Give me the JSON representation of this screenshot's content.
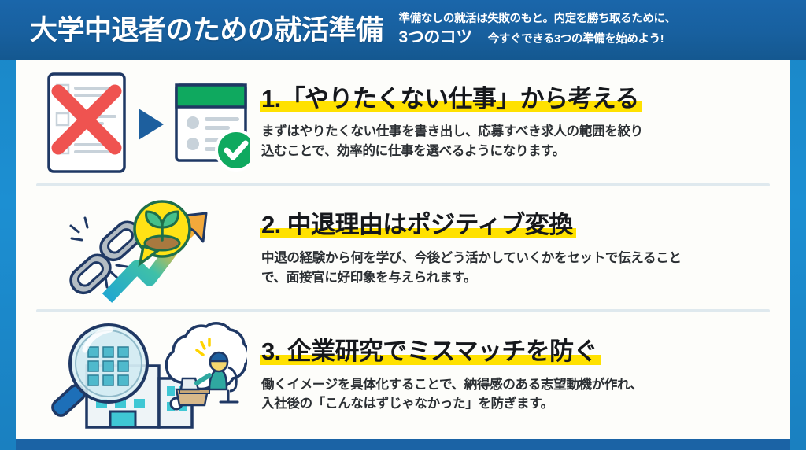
{
  "header": {
    "main_title": "大学中退者のための就活準備",
    "subtitle_line1": "準備なしの就活は失敗のもと。内定を勝ち取るために、",
    "subtitle_strong": "3つのコツ",
    "subtitle_tail": "今すぐできる3つの準備を始めよう!"
  },
  "colors": {
    "header_blue": "#1b63a5",
    "rail_blue": "#1a88c8",
    "panel_bg": "#fdfdfa",
    "highlight_yellow": "#ffe100",
    "divider": "#dfe9ee",
    "heading_text": "#16181c",
    "body_text": "#2b2f33",
    "accent_green": "#0fa95f",
    "accent_red": "#ef5350",
    "accent_teal": "#29b6c6",
    "accent_navy": "#1f3864"
  },
  "sections": [
    {
      "number": "1.",
      "heading": "1.「やりたくない仕事」から考える",
      "body_line1": "まずはやりたくない仕事を書き出し、応募すべき求人の範囲を絞り",
      "body_line2": "込むことで、効率的に仕事を選べるようになります。",
      "icon_name": "rejected-document-to-approved-card-icon"
    },
    {
      "number": "2.",
      "heading": "2. 中退理由はポジティブ変換",
      "body_line1": "中退の経験から何を学び、今後どう活かしていくかをセットで伝えること",
      "body_line2": "で、面接官に好印象を与えられます。",
      "icon_name": "broken-chain-sprout-growth-arrow-icon"
    },
    {
      "number": "3.",
      "heading": "3. 企業研究でミスマッチを防ぐ",
      "body_line1": "働くイメージを具体化することで、納得感のある志望動機が作れ、",
      "body_line2": "入社後の「こんなはずじゃなかった」を防ぎます。",
      "icon_name": "magnifier-building-thought-bubble-icon"
    }
  ]
}
